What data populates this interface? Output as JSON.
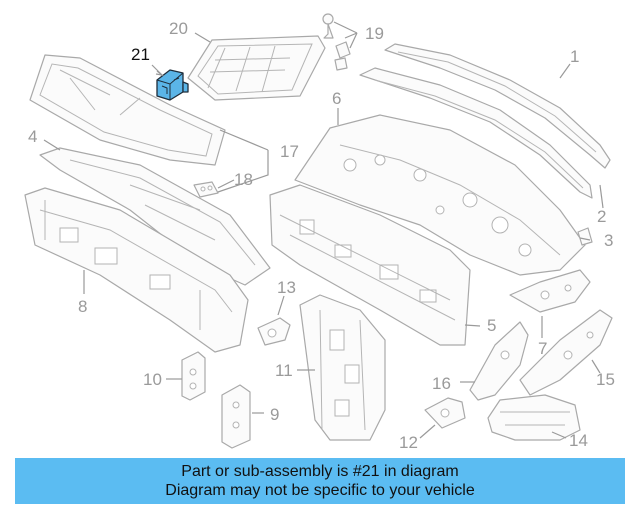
{
  "diagram": {
    "callouts": [
      "1",
      "2",
      "3",
      "4",
      "5",
      "6",
      "7",
      "8",
      "9",
      "10",
      "11",
      "12",
      "13",
      "14",
      "15",
      "16",
      "17",
      "18",
      "19",
      "20",
      "21"
    ],
    "highlighted_part": "21",
    "highlight_color": "#5bb5e8"
  },
  "banner": {
    "line1": "Part or sub-assembly is #21 in diagram",
    "line2": "Diagram may not be specific to your vehicle",
    "background": "#5bbcf2"
  }
}
